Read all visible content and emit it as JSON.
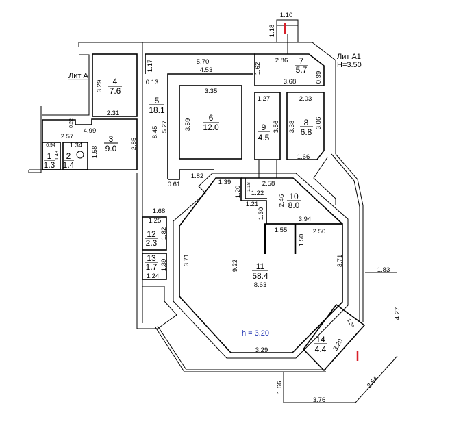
{
  "labels": {
    "lit_a": "Лит А",
    "lit_a1": "Лит А1",
    "height_a1": "H=3.50",
    "ceiling_height": "h = 3.20"
  },
  "rooms": {
    "r1": {
      "num": "1",
      "area": "1.3"
    },
    "r2": {
      "num": "2",
      "area": "1.4"
    },
    "r3": {
      "num": "3",
      "area": "9.0"
    },
    "r4": {
      "num": "4",
      "area": "7.6"
    },
    "r5": {
      "num": "5",
      "area": "18.1"
    },
    "r6": {
      "num": "6",
      "area": "12.0"
    },
    "r7": {
      "num": "7",
      "area": "5.7"
    },
    "r8": {
      "num": "8",
      "area": "6.8"
    },
    "r9": {
      "num": "9",
      "area": "4.5"
    },
    "r10": {
      "num": "10",
      "area": "8.0"
    },
    "r11": {
      "num": "11",
      "area": "58.4"
    },
    "r12": {
      "num": "12",
      "area": "2.3"
    },
    "r13": {
      "num": "13",
      "area": "1.7"
    },
    "r14": {
      "num": "14",
      "area": "4.4"
    }
  },
  "dims": [
    "1.10",
    "1.18",
    "2.86",
    "1.62",
    "0.99",
    "3.68",
    "1.27",
    "2.03",
    "3.56",
    "3.38",
    "3.06",
    "1.66",
    "5.70",
    "4.53",
    "1.17",
    "0.13",
    "3.29",
    "2.31",
    "3.35",
    "3.59",
    "5.27",
    "8.45",
    "2.85",
    "4.99",
    "0.22",
    "2.57",
    "0.94",
    "1.34",
    "1.43",
    "1.58",
    "0.61",
    "1.82",
    "1.39",
    "1.20",
    "1.18",
    "1.22",
    "1.21",
    "1.30",
    "2.58",
    "2.46",
    "3.94",
    "1.55",
    "2.50",
    "1.50",
    "1.68",
    "1.25",
    "1.82",
    "1.39",
    "1.24",
    "3.71",
    "9.22",
    "8.63",
    "3.71",
    "1.83",
    "4.27",
    "1.39",
    "3.20",
    "3.29",
    "1.66",
    "3.76",
    "3.54"
  ],
  "colors": {
    "marker": "#d8202a",
    "height_label": "#1a2fb0"
  }
}
